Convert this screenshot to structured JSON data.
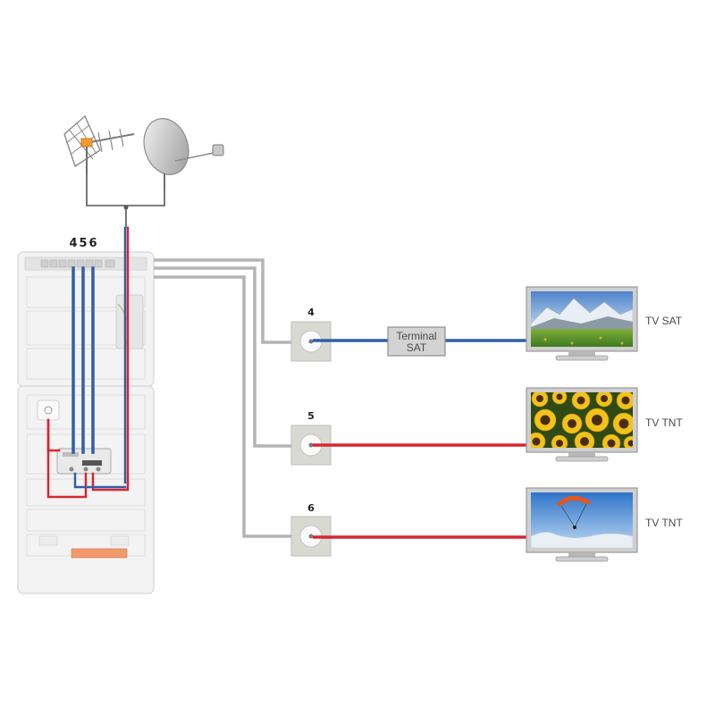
{
  "panel": {
    "outlet_numbers": [
      "4",
      "5",
      "6"
    ]
  },
  "outlets": [
    {
      "number": "4"
    },
    {
      "number": "5"
    },
    {
      "number": "6"
    }
  ],
  "terminal": {
    "line1": "Terminal",
    "line2": "SAT"
  },
  "tvs": [
    {
      "label": "TV SAT",
      "scene": "mountains"
    },
    {
      "label": "TV TNT",
      "scene": "sunflowers"
    },
    {
      "label": "TV TNT",
      "scene": "paraglider"
    }
  ],
  "colors": {
    "cable_grey": "#b4b4b4",
    "cable_blue": "#2f5fa8",
    "cable_red": "#d8262e",
    "panel": "#f1f1f1",
    "outlet_plate": "#d9d9d4"
  }
}
